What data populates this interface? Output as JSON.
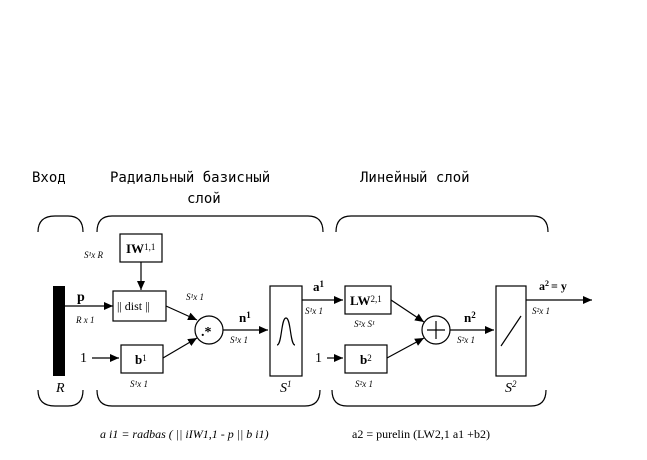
{
  "headings": {
    "input": "Вход",
    "radial_line1": "Радиальный базисный",
    "radial_line2": "слой",
    "linear": "Линейный слой"
  },
  "blocks": {
    "iw_main": "IW",
    "iw_sup": "1,1",
    "dist": "|| dist ||",
    "dotstar": ".*",
    "b1_main": "b",
    "b1_sup": "1",
    "lw_main": "LW",
    "lw_sup": "2,1",
    "b2_main": "b",
    "b2_sup": "2",
    "s1": "S",
    "s1_sup": "1",
    "s2": "S",
    "s2_sup": "2",
    "r_label": "R"
  },
  "signals": {
    "p": "p",
    "p_dim": "R x 1",
    "one_a": "1",
    "one_b": "1",
    "n1": "n",
    "n1_sup": "1",
    "n2": "n",
    "n2_sup": "2",
    "a1": "a",
    "a1_sup": "1",
    "out_a": "a",
    "out_a_sup": "2",
    "out_eq": "= y"
  },
  "dims": {
    "iw_dim": "S¹x R",
    "dist_dim": "S¹x 1",
    "b1_dim": "S¹x 1",
    "n1_dim": "S¹x 1",
    "a1_dim": "S¹x 1",
    "lw_dim": "S²x S¹",
    "b2_dim": "S²x 1",
    "n2_dim": "S²x 1",
    "out_dim": "S²x 1"
  },
  "formulas": {
    "f1": "a i1 = radbas ( || iIW1,1 - p || b i1)",
    "f2": "a2 = purelin (LW2,1 a1 +b2)"
  }
}
